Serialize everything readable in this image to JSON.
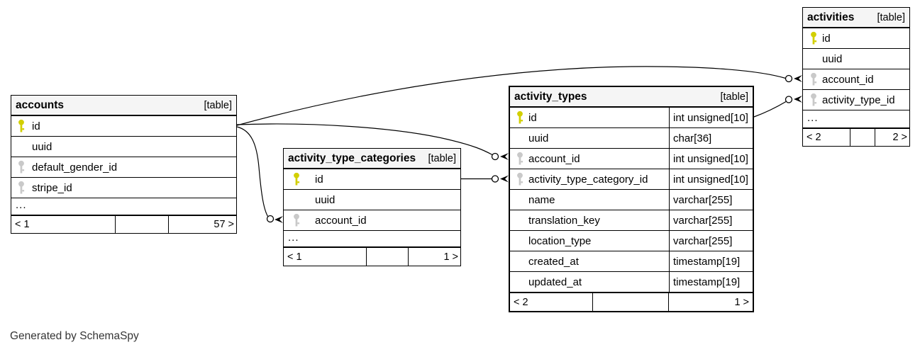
{
  "diagram": {
    "generator_note": "Generated by SchemaSpy"
  },
  "colors": {
    "primary_key_icon": "#d2cf00",
    "foreign_key_icon": "#c9c9c9",
    "header_bg": "#f5f5f5",
    "border": "#000000"
  },
  "tables": [
    {
      "id": "accounts",
      "title": "accounts",
      "badge": "[table]",
      "columns": [
        {
          "name": "id",
          "key": "primary"
        },
        {
          "name": "uuid"
        },
        {
          "name": "default_gender_id",
          "key": "foreign"
        },
        {
          "name": "stripe_id",
          "key": "foreign"
        },
        {
          "name": "...",
          "ellipsis": true
        }
      ],
      "footer": {
        "left": "< 1",
        "middle": "",
        "right": "57 >"
      }
    },
    {
      "id": "activity_type_categories",
      "title": "activity_type_categories",
      "badge": "[table]",
      "columns": [
        {
          "name": "id",
          "key": "primary"
        },
        {
          "name": "uuid"
        },
        {
          "name": "account_id",
          "key": "foreign"
        },
        {
          "name": "...",
          "ellipsis": true
        }
      ],
      "footer": {
        "left": "< 1",
        "middle": "",
        "right": "1 >"
      }
    },
    {
      "id": "activity_types",
      "title": "activity_types",
      "badge": "[table]",
      "columns": [
        {
          "name": "id",
          "key": "primary",
          "type": "int unsigned[10]"
        },
        {
          "name": "uuid",
          "type": "char[36]"
        },
        {
          "name": "account_id",
          "key": "foreign",
          "type": "int unsigned[10]"
        },
        {
          "name": "activity_type_category_id",
          "key": "foreign",
          "type": "int unsigned[10]"
        },
        {
          "name": "name",
          "type": "varchar[255]"
        },
        {
          "name": "translation_key",
          "type": "varchar[255]"
        },
        {
          "name": "location_type",
          "type": "varchar[255]"
        },
        {
          "name": "created_at",
          "type": "timestamp[19]"
        },
        {
          "name": "updated_at",
          "type": "timestamp[19]"
        }
      ],
      "footer": {
        "left": "< 2",
        "middle": "",
        "right": "1 >"
      }
    },
    {
      "id": "activities",
      "title": "activities",
      "badge": "[table]",
      "columns": [
        {
          "name": "id",
          "key": "primary"
        },
        {
          "name": "uuid"
        },
        {
          "name": "account_id",
          "key": "foreign"
        },
        {
          "name": "activity_type_id",
          "key": "foreign"
        },
        {
          "name": "...",
          "ellipsis": true
        }
      ],
      "footer": {
        "left": "< 2",
        "middle": "",
        "right": "2 >"
      }
    }
  ],
  "relationships": [
    {
      "from": "accounts.id",
      "to": "activities.account_id"
    },
    {
      "from": "accounts.id",
      "to": "activity_types.account_id"
    },
    {
      "from": "accounts.id",
      "to": "activity_type_categories.account_id"
    },
    {
      "from": "activity_type_categories.id",
      "to": "activity_types.activity_type_category_id"
    },
    {
      "from": "activity_types.id",
      "to": "activities.activity_type_id"
    }
  ]
}
